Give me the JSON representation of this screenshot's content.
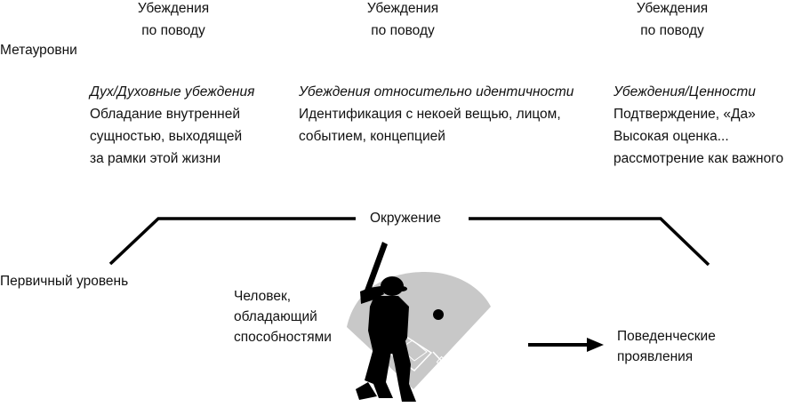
{
  "header": {
    "col1": [
      "Убеждения",
      "по поводу"
    ],
    "col2": [
      "Убеждения",
      "по поводу"
    ],
    "col3": [
      "Убеждения",
      "по поводу"
    ]
  },
  "left_labels": {
    "meta": "Метауровни",
    "primary": "Первичный уровень"
  },
  "columns": [
    {
      "heading": "Дух/Духовные убеждения",
      "lines": [
        "Обладание внутренней",
        "сущностью, выходящей",
        "за рамки этой жизни"
      ]
    },
    {
      "heading": "Убеждения относительно идентичности",
      "lines": [
        "Идентификация с некоей вещью, лицом,",
        "событием, концепцией"
      ]
    },
    {
      "heading": "Убеждения/Ценности",
      "lines": [
        "Подтверждение, «Да»",
        "Высокая оценка...",
        "рассмотрение как важного"
      ]
    }
  ],
  "environment": "Окружение",
  "person": [
    "Человек,",
    "обладающий",
    "способностями"
  ],
  "behavior": [
    "Поведенческие",
    "проявления"
  ],
  "icons": {
    "batter": "baseball-batter-silhouette-icon",
    "field": "baseball-diamond-icon",
    "arrow": "right-arrow-icon"
  },
  "colors": {
    "text": "#111111",
    "line": "#000000",
    "field": "#c8c8c8",
    "silhouette": "#000000"
  }
}
